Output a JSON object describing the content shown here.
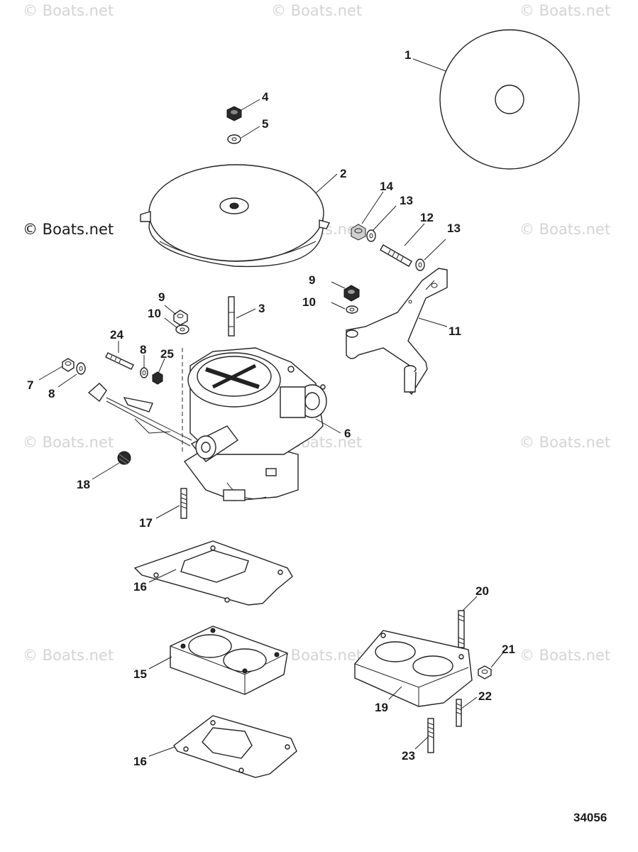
{
  "watermarks": [
    "© Boats.net",
    "© Boats.net",
    "© Boats.net",
    "© Boats.net",
    "© Boats.net",
    "© Boats.net",
    "© Boats.net",
    "© Boats.net",
    "© Boats.net",
    "© Boats.net",
    "© Boats.net",
    "© Boats.net"
  ],
  "callouts": [
    "1",
    "2",
    "3",
    "4",
    "5",
    "6",
    "7",
    "8",
    "8",
    "9",
    "9",
    "10",
    "10",
    "11",
    "12",
    "13",
    "13",
    "14",
    "15",
    "16",
    "16",
    "17",
    "18",
    "19",
    "20",
    "21",
    "22",
    "23",
    "24",
    "25"
  ],
  "diagram_number": "34056"
}
